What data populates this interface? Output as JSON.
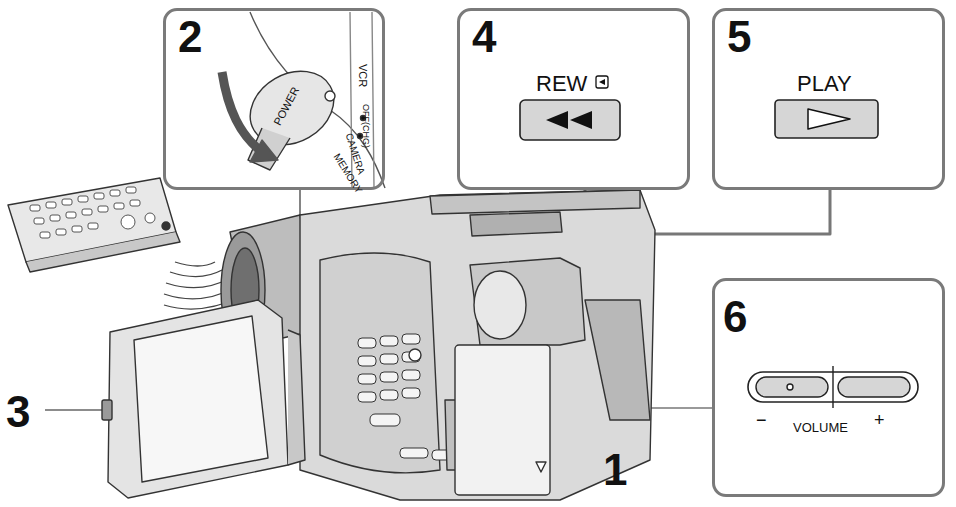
{
  "diagram": {
    "nodes": [
      {
        "text": [
          "2"
        ]
      },
      {
        "text": [
          "4",
          "REW"
        ]
      },
      {
        "text": [
          "5",
          "PLAY"
        ]
      },
      {
        "text": [
          "6",
          "VOLUME"
        ]
      }
    ],
    "labels": [
      "POWER",
      "VCR",
      "OFF(CHG)",
      "CAMERA",
      "MEMORY",
      "−",
      "+",
      "1",
      "3"
    ]
  }
}
